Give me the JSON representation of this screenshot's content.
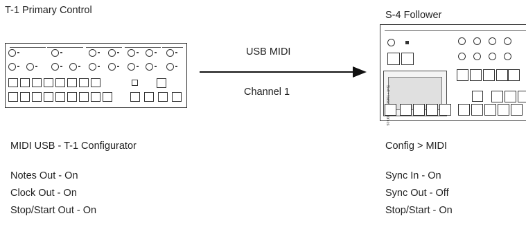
{
  "left_device": {
    "title": "T-1 Primary Control",
    "sub_title": "MIDI USB - T-1 Configurator",
    "settings": [
      "Notes Out - On",
      "Clock Out - On",
      "Stop/Start Out - On"
    ]
  },
  "connection": {
    "label_top": "USB MIDI",
    "label_bottom": "Channel 1"
  },
  "right_device": {
    "title": "S-4 Follower",
    "sub_title": "Config > MIDI",
    "settings": [
      "Sync In - On",
      "Sync Out - Off",
      "Stop/Start - On"
    ],
    "brand_vertical": "S-4 • torso electronics"
  }
}
